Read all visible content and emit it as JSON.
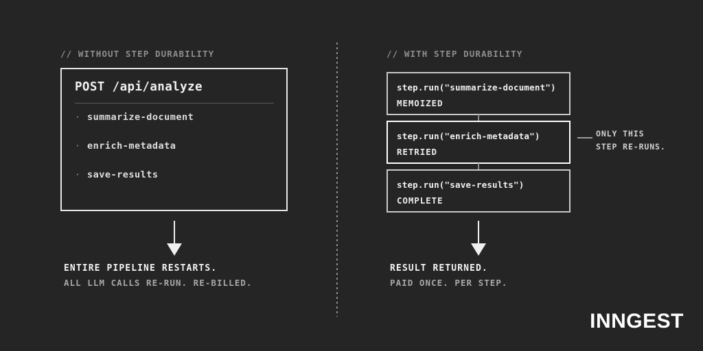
{
  "background_color": "#252525",
  "accent_color": "#ffffff",
  "muted_color": "#8e8e8e",
  "left_column": {
    "header": "// WITHOUT STEP DURABILITY",
    "card": {
      "title": "POST /api/analyze",
      "steps": [
        {
          "bullet": "·",
          "label": "summarize-document"
        },
        {
          "bullet": "·",
          "label": "enrich-metadata"
        },
        {
          "bullet": "·",
          "label": "save-results"
        }
      ]
    },
    "outcome": {
      "primary": "ENTIRE PIPELINE RESTARTS.",
      "secondary": "ALL LLM CALLS RE-RUN. RE-BILLED."
    }
  },
  "right_column": {
    "header": "// WITH STEP DURABILITY",
    "steps": [
      {
        "code": "step.run(\"summarize-document\")",
        "state": "MEMOIZED",
        "highlighted": false
      },
      {
        "code": "step.run(\"enrich-metadata\")",
        "state": "RETRIED",
        "highlighted": true
      },
      {
        "code": "step.run(\"save-results\")",
        "state": "COMPLETE",
        "highlighted": false
      }
    ],
    "callout": {
      "line1": "ONLY THIS",
      "line2": "STEP RE-RUNS."
    },
    "outcome": {
      "primary": "RESULT RETURNED.",
      "secondary": "PAID ONCE. PER STEP."
    }
  },
  "brand": {
    "name": "INNGEST"
  }
}
